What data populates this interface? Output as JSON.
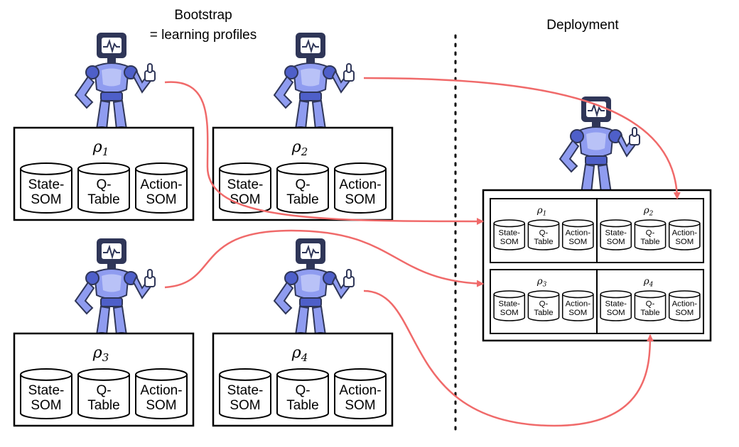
{
  "header": {
    "bootstrap_title_line1": "Bootstrap",
    "bootstrap_title_line2": "= learning profiles",
    "deployment_title": "Deployment"
  },
  "profiles": [
    {
      "symbol": "ρ",
      "index": "1"
    },
    {
      "symbol": "ρ",
      "index": "2"
    },
    {
      "symbol": "ρ",
      "index": "3"
    },
    {
      "symbol": "ρ",
      "index": "4"
    }
  ],
  "stores": [
    {
      "line1": "State-",
      "line2": "SOM"
    },
    {
      "line1": "Q-",
      "line2": "Table"
    },
    {
      "line1": "Action-",
      "line2": "SOM"
    }
  ],
  "colors": {
    "arrow": "#f06a6a",
    "robot_body": "#8f9cf0",
    "robot_body_dark": "#4e5fc9",
    "robot_head": "#2f3658",
    "outline": "#000000"
  },
  "icons": {
    "robot": "robot-thumbs-up-icon",
    "cylinder": "database-cylinder-icon"
  }
}
